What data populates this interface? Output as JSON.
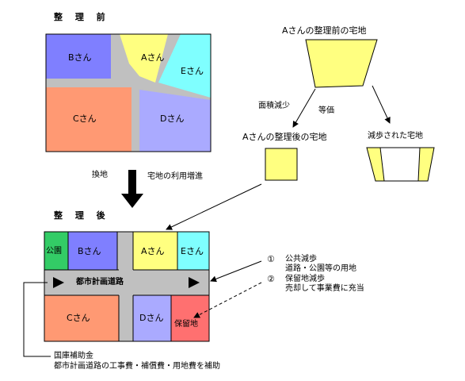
{
  "before": {
    "title": "整 理 前",
    "parcels": {
      "b": "Bさん",
      "a": "Aさん",
      "e": "Eさん",
      "c": "Cさん",
      "d": "Dさん"
    }
  },
  "a_parcel": {
    "before_title": "Aさんの整理前の宅地",
    "area_reduction": "面積減少",
    "equivalence": "等価",
    "after_title": "Aさんの整理後の宅地",
    "reduced_title": "減歩された宅地"
  },
  "process": {
    "replot": "換地",
    "value_increase": "宅地の利用増進"
  },
  "after": {
    "title": "整 理 後",
    "parcels": {
      "park": "公園",
      "b": "Bさん",
      "a": "Aさん",
      "e": "Eさん",
      "c": "Cさん",
      "d": "Dさん",
      "reserve": "保留地"
    },
    "road": "都市計画道路"
  },
  "notes": {
    "n1_num": "①",
    "n1_title": "公共減歩",
    "n1_desc": "道路・公園等の用地",
    "n2_num": "②",
    "n2_title": "保留地減歩",
    "n2_desc": "売却して事業費に充当"
  },
  "subsidy": {
    "line1": "国庫補助金",
    "line2": "都市計画道路の工事費・補償費・用地費を補助"
  }
}
